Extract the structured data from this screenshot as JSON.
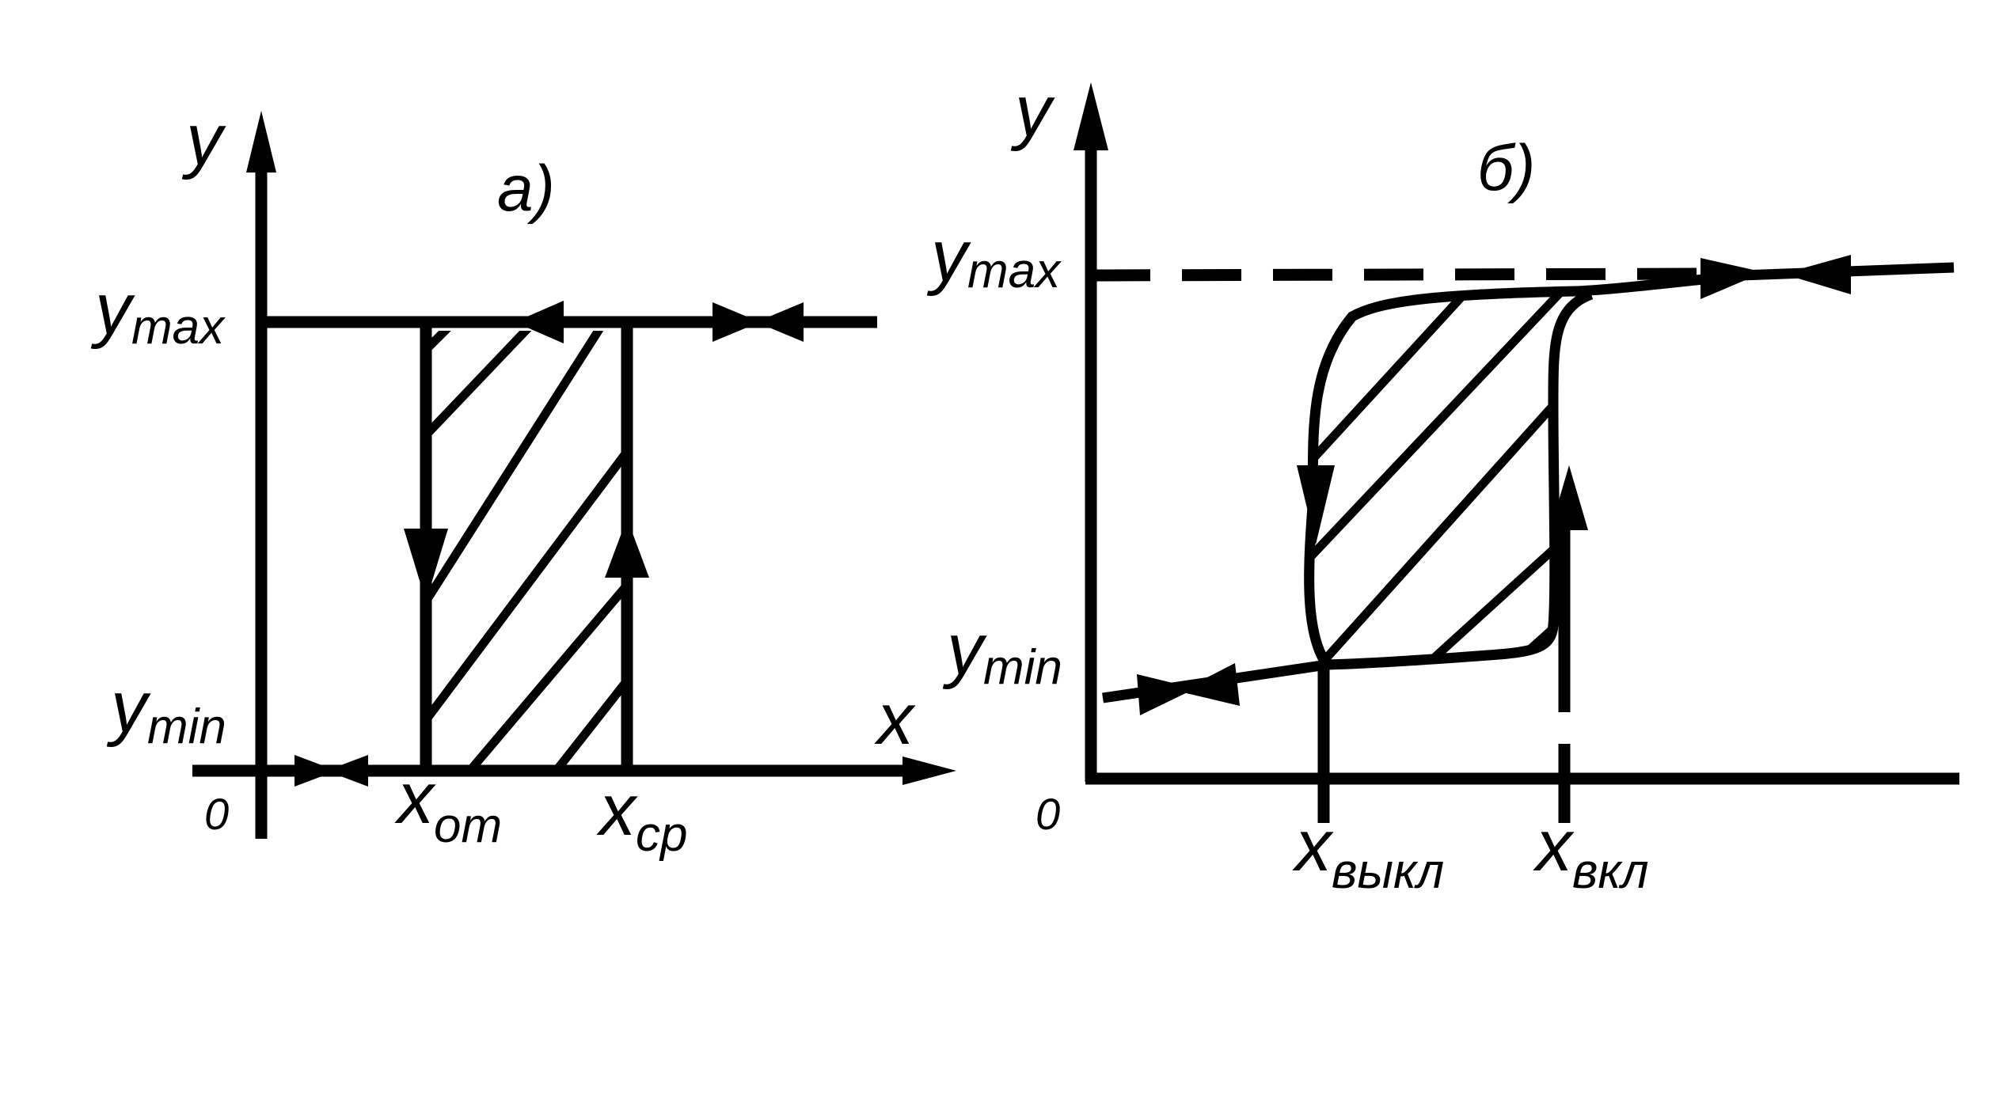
{
  "panel_a": {
    "panel_label": "а)",
    "y_axis_label": "y",
    "x_axis_label": "x",
    "origin_label": "0",
    "ymax": {
      "main": "y",
      "sub": "max"
    },
    "ymin": {
      "main": "y",
      "sub": "min"
    },
    "x_off": {
      "main": "x",
      "sub": "от"
    },
    "x_on": {
      "main": "x",
      "sub": "ср"
    }
  },
  "panel_b": {
    "panel_label": "б)",
    "y_axis_label": "y",
    "origin_label": "0",
    "ymax": {
      "main": "y",
      "sub": "max"
    },
    "ymin": {
      "main": "y",
      "sub": "min"
    },
    "x_off": {
      "main": "x",
      "sub": "выкл"
    },
    "x_on": {
      "main": "x",
      "sub": "вкл"
    }
  },
  "colors": {
    "ink": "#000000",
    "background": "#ffffff"
  }
}
